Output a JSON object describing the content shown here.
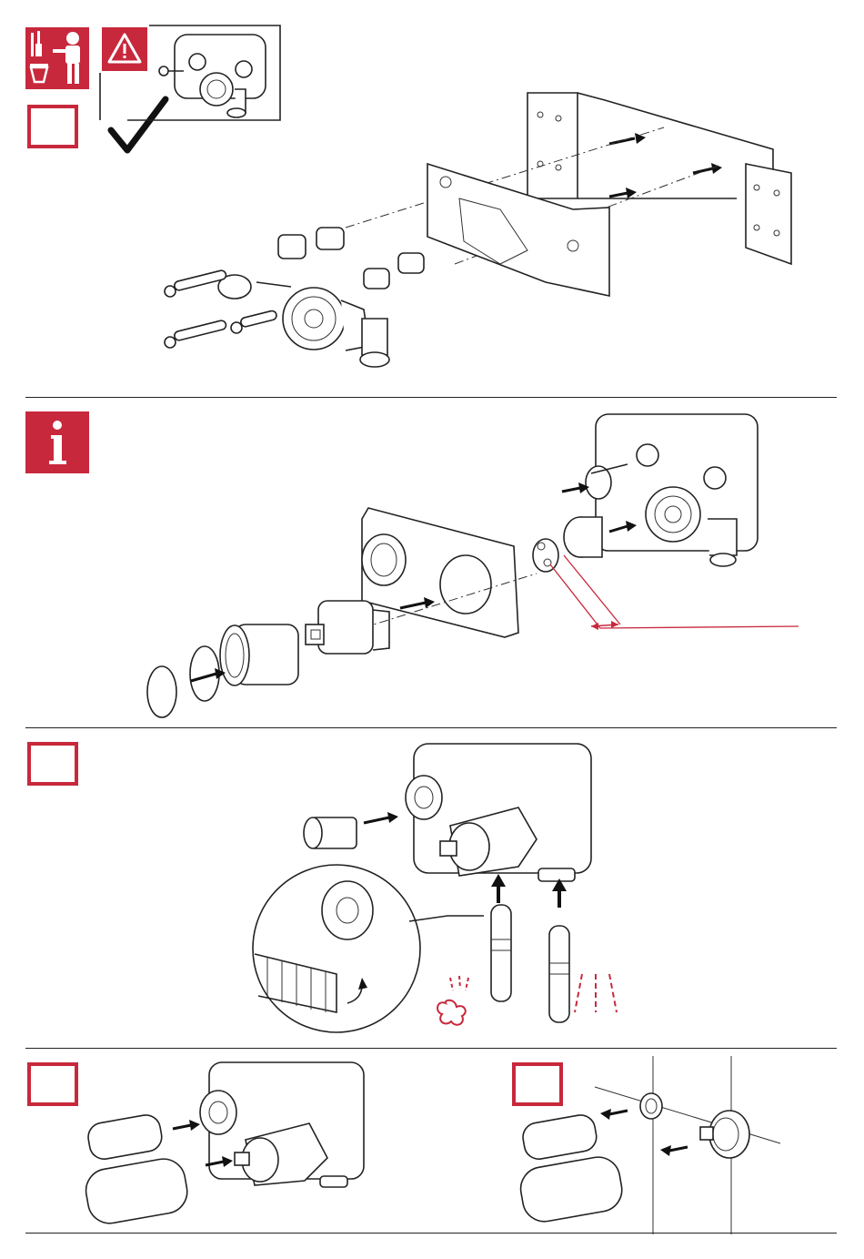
{
  "colors": {
    "accent": "#c8283c",
    "line": "#222222"
  },
  "icons": [
    "tools-icon",
    "installer-icon",
    "warning-icon",
    "checkmark-icon",
    "info-icon",
    "arrow-icon",
    "steam-hot-icon",
    "cold-water-icon",
    "rotate-icon"
  ],
  "steps": [
    {
      "panel": "installation-kit"
    },
    {
      "panel": "info-cartridge"
    },
    {
      "panel": "connect-pipes"
    },
    {
      "panel": "plugs-test"
    },
    {
      "panel": "wall-finish"
    }
  ]
}
